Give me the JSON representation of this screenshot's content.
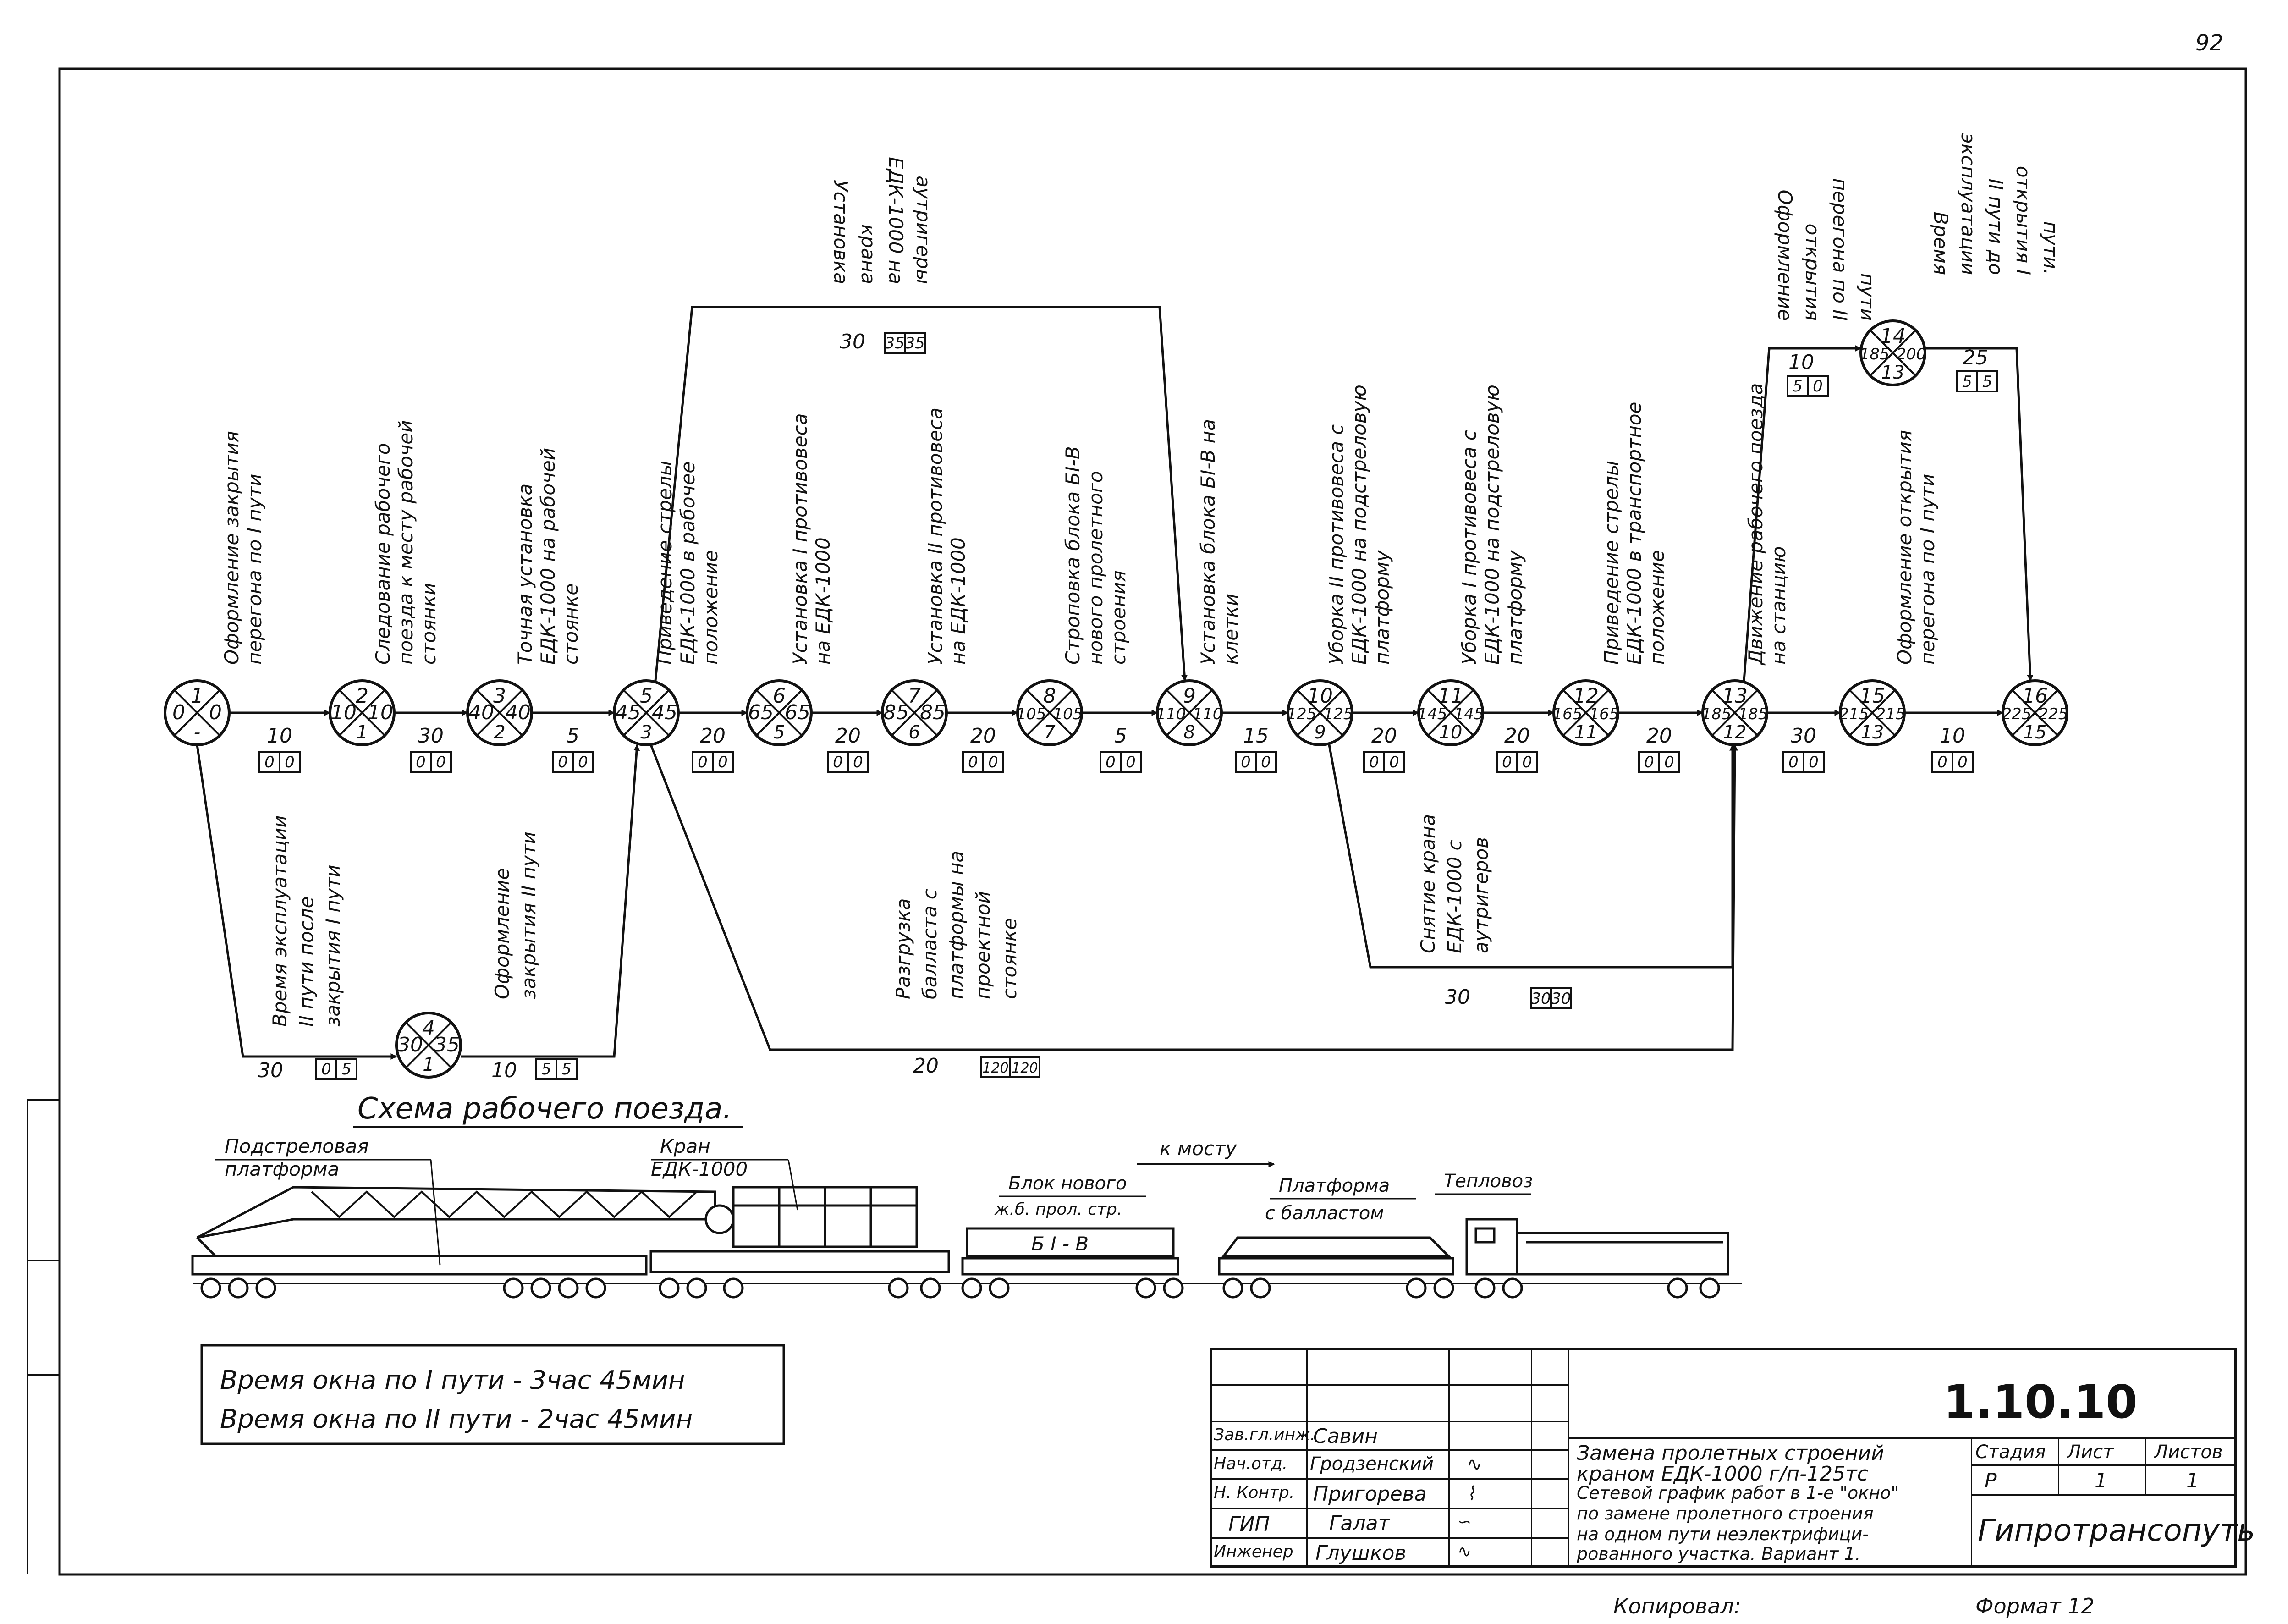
{
  "page_number": "92",
  "nodes": [
    {
      "id": "1",
      "left": "0",
      "right": "0",
      "bottom": "-"
    },
    {
      "id": "2",
      "left": "10",
      "right": "10",
      "bottom": "1"
    },
    {
      "id": "3",
      "left": "40",
      "right": "40",
      "bottom": "2"
    },
    {
      "id": "4",
      "left": "30",
      "right": "35",
      "bottom": "1"
    },
    {
      "id": "5",
      "left": "45",
      "right": "45",
      "bottom": "3"
    },
    {
      "id": "6",
      "left": "65",
      "right": "65",
      "bottom": "5"
    },
    {
      "id": "7",
      "left": "85",
      "right": "85",
      "bottom": "6"
    },
    {
      "id": "8",
      "left": "105",
      "right": "105",
      "bottom": "7"
    },
    {
      "id": "9",
      "left": "110",
      "right": "110",
      "bottom": "8"
    },
    {
      "id": "10",
      "left": "125",
      "right": "125",
      "bottom": "9"
    },
    {
      "id": "11",
      "left": "145",
      "right": "145",
      "bottom": "10"
    },
    {
      "id": "12",
      "left": "165",
      "right": "165",
      "bottom": "11"
    },
    {
      "id": "13",
      "left": "185",
      "right": "185",
      "bottom": "12"
    },
    {
      "id": "14",
      "left": "185",
      "right": "200",
      "bottom": "13"
    },
    {
      "id": "15",
      "left": "215",
      "right": "215",
      "bottom": "13"
    },
    {
      "id": "16",
      "left": "225",
      "right": "225",
      "bottom": "15"
    }
  ],
  "activities": [
    {
      "text": "Оформление закрытия перегона по I пути",
      "dur": "10",
      "r1": "0",
      "r2": "0"
    },
    {
      "text": "Следование рабочего поезда к месту рабочей стоянки",
      "dur": "30",
      "r1": "0",
      "r2": "0"
    },
    {
      "text": "Точная установка ЕДК-1000 на рабочей стоянке",
      "dur": "5",
      "r1": "0",
      "r2": "0"
    },
    {
      "text": "Приведение стрелы ЕДК-1000 в рабочее положение",
      "dur": "20",
      "r1": "0",
      "r2": "0"
    },
    {
      "text": "Установка I противовеса на ЕДК-1000",
      "dur": "20",
      "r1": "0",
      "r2": "0"
    },
    {
      "text": "Установка II противовеса на ЕДК-1000",
      "dur": "20",
      "r1": "0",
      "r2": "0"
    },
    {
      "text": "Строповка блока БI-В нового пролетного строения",
      "dur": "5",
      "r1": "0",
      "r2": "0"
    },
    {
      "text": "Установка блока БI-В на клетки",
      "dur": "15",
      "r1": "0",
      "r2": "0"
    },
    {
      "text": "Уборка II противовеса с ЕДК-1000 на подстреловую платформу",
      "dur": "20",
      "r1": "0",
      "r2": "0"
    },
    {
      "text": "Уборка I противовеса с ЕДК-1000 на подстреловую платформу",
      "dur": "20",
      "r1": "0",
      "r2": "0"
    },
    {
      "text": "Приведение стрелы ЕДК-1000 в транспортное положение",
      "dur": "20",
      "r1": "0",
      "r2": "0"
    },
    {
      "text": "Движение рабочего поезда на станцию",
      "dur": "30",
      "r1": "0",
      "r2": "0"
    },
    {
      "text": "Оформление открытия перегона по I пути",
      "dur": "10",
      "r1": "0",
      "r2": "0"
    },
    {
      "text": "Установка крана ЕДК-1000 на аутригеры",
      "dur": "30",
      "r1": "35",
      "r2": "35"
    },
    {
      "text": "Оформление открытия перегона по II пути",
      "dur": "10",
      "r1": "5",
      "r2": "0"
    },
    {
      "text": "Время эксплуатации II пути до открытия I пути.",
      "dur": "25",
      "r1": "5",
      "r2": "5"
    },
    {
      "text": "Время эксплуатации II пути после закрытия I пути",
      "dur": "30",
      "r1": "0",
      "r2": "5"
    },
    {
      "text": "Оформление закрытия II пути",
      "dur": "10",
      "r1": "5",
      "r2": "5"
    },
    {
      "text": "Разгрузка балласта с платформы на проектной стоянке",
      "dur": "20",
      "r1": "120",
      "r2": "120"
    },
    {
      "text": "Снятие крана ЕДК-1000 с аутригеров",
      "dur": "30",
      "r1": "30",
      "r2": "30"
    }
  ],
  "train": {
    "title": "Схема рабочего поезда.",
    "direction": "к мосту",
    "labels": [
      "Подстреловая платформа",
      "Кран ЕДК-1000",
      "Блок нового ж.б. прол. стр.",
      "Платформа с балластом",
      "Тепловоз"
    ],
    "block_label": "Б I - В"
  },
  "window_times": {
    "line1": "Время окна по I пути  -  3час 45мин",
    "line2": "Время окна по II пути  -  2час 45мин"
  },
  "stamp": {
    "code": "1.10.10",
    "title1": "Замена пролетных строений",
    "title2": "краном ЕДК-1000 г/п-125тс",
    "desc": [
      "Сетевой график работ в 1-е \"окно\"",
      "по замене пролетного строения",
      "на одном пути неэлектрифици-",
      "рованного участка. Вариант 1."
    ],
    "staff": [
      {
        "role": "Зав.гл.инж.",
        "name": "Савин"
      },
      {
        "role": "Нач.отд.",
        "name": "Гродзенский"
      },
      {
        "role": "Н. Контр.",
        "name": "Пригорева"
      },
      {
        "role": "ГИП",
        "name": "Галат"
      },
      {
        "role": "Инженер",
        "name": "Глушков"
      }
    ],
    "h_stage": "Стадия",
    "h_sheet": "Лист",
    "h_sheets": "Листов",
    "stage": "Р",
    "sheet": "1",
    "sheets": "1",
    "org": "Гипротрансопуть"
  },
  "footer": {
    "copied": "Копировал:",
    "format": "Формат 12"
  }
}
